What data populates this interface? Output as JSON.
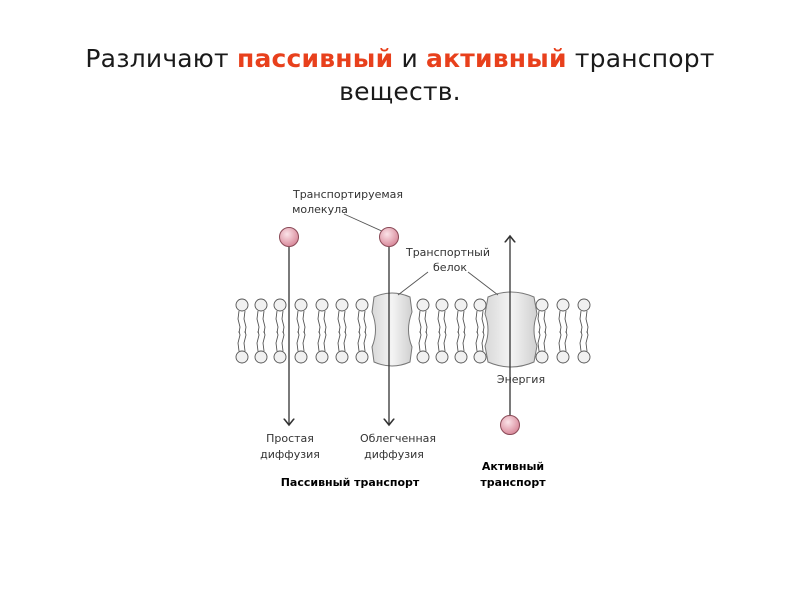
{
  "slide": {
    "title_prefix": "Различают ",
    "title_passive": "пассивный",
    "title_and": " и ",
    "title_active": "активный",
    "title_suffix": " транспорт веществ."
  },
  "diagram": {
    "molecule_label_line1": "Транспортируемая",
    "molecule_label_line2": "молекула",
    "protein_label_line1": "Транспортный",
    "protein_label_line2": "белок",
    "energy_label": "Энергия",
    "simple_diffusion_line1": "Простая",
    "simple_diffusion_line2": "диффузия",
    "facilitated_diffusion_line1": "Облегченная",
    "facilitated_diffusion_line2": "диффузия",
    "passive_transport_label": "Пассивный транспорт",
    "active_transport_line1": "Активный",
    "active_transport_line2": "транспорт"
  },
  "colors": {
    "accent": "#e8401c",
    "molecule": "#e7a6b3",
    "lipid_head": "#f1f1f1",
    "protein": "#e6e6e6"
  }
}
